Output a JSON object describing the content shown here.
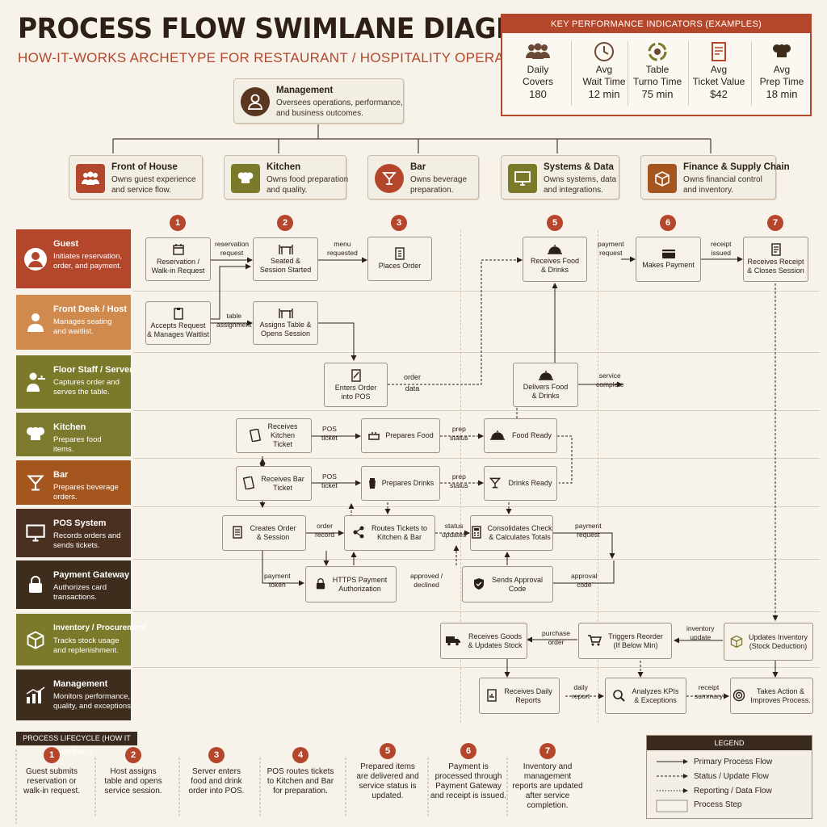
{
  "header": {
    "title": "PROCESS FLOW SWIMLANE DIAGRAM",
    "subtitle": "HOW-IT-WORKS ARCHETYPE FOR RESTAURANT / HOSPITALITY OPERATIONS"
  },
  "kpis": {
    "heading": "KEY PERFORMANCE INDICATORS (EXAMPLES)",
    "items": [
      {
        "l1": "Daily",
        "l2": "Covers",
        "value": "180",
        "icon": "people-icon"
      },
      {
        "l1": "Avg",
        "l2": "Wait Time",
        "value": "12 min",
        "icon": "clock-icon"
      },
      {
        "l1": "Table",
        "l2": "Turno Time",
        "value": "75 min",
        "icon": "turnover-icon"
      },
      {
        "l1": "Avg",
        "l2": "Ticket Value",
        "value": "$42",
        "icon": "receipt-icon"
      },
      {
        "l1": "Avg",
        "l2": "Prep Time",
        "value": "18 min",
        "icon": "chef-hat-icon"
      }
    ]
  },
  "org": {
    "top": {
      "title": "Management",
      "desc1": "Oversees operations, performance,",
      "desc2": "and business outcomes."
    },
    "departments": [
      {
        "title": "Front of House",
        "desc1": "Owns guest experience",
        "desc2": "and service flow."
      },
      {
        "title": "Kitchen",
        "desc1": "Owns food preparation",
        "desc2": "and quality."
      },
      {
        "title": "Bar",
        "desc1": "Owns beverage",
        "desc2": "preparation."
      },
      {
        "title": "Systems & Data",
        "desc1": "Owns systems, data",
        "desc2": "and integrations."
      },
      {
        "title": "Finance & Supply Chain",
        "desc1": "Owns financial control",
        "desc2": "and inventory."
      }
    ]
  },
  "phase_numbers": [
    "1",
    "2",
    "3",
    "5",
    "6",
    "7"
  ],
  "lanes": [
    {
      "name": "Guest",
      "d1": "Initiates reservation,",
      "d2": "order, and payment."
    },
    {
      "name": "Front Desk / Host",
      "d1": "Manages seating",
      "d2": "and waitlist."
    },
    {
      "name": "Floor Staff / Server",
      "d1": "Captures order and",
      "d2": "serves the table."
    },
    {
      "name": "Kitchen",
      "d1": "Prepares food",
      "d2": "items."
    },
    {
      "name": "Bar",
      "d1": "Prepares beverage",
      "d2": "orders."
    },
    {
      "name": "POS System",
      "d1": "Records orders and",
      "d2": "sends tickets."
    },
    {
      "name": "Payment Gateway",
      "d1": "Authorizes card",
      "d2": "transactions."
    },
    {
      "name": "Inventory / Procurement",
      "d1": "Tracks stock usage",
      "d2": "and replenishment."
    },
    {
      "name": "Management",
      "d1": "Monitors performance,",
      "d2": "quality, and exceptions."
    }
  ],
  "steps": {
    "reservation": {
      "l1": "Reservation /",
      "l2": "Walk-in Request"
    },
    "seated": {
      "l1": "Seated &",
      "l2": "Session Started"
    },
    "places_order": {
      "l1": "Places Order",
      "l2": ""
    },
    "receives_food": {
      "l1": "Receives Food",
      "l2": "& Drinks"
    },
    "makes_payment": {
      "l1": "Makes Payment",
      "l2": ""
    },
    "receives_receipt": {
      "l1": "Receives Receipt",
      "l2": "& Closes Session"
    },
    "accepts_request": {
      "l1": "Accepts Request",
      "l2": "& Manages Waitlist"
    },
    "assigns_table": {
      "l1": "Assigns Table &",
      "l2": "Opens Session"
    },
    "enters_order": {
      "l1": "Enters Order",
      "l2": "into POS"
    },
    "delivers_food": {
      "l1": "Delivers Food",
      "l2": "& Drinks"
    },
    "receives_kitchen": {
      "l1": "Receives",
      "l2": "Kitchen",
      "l3": "Ticket"
    },
    "prepares_food": {
      "l1": "Prepares Food",
      "l2": ""
    },
    "food_ready": {
      "l1": "Food Ready",
      "l2": ""
    },
    "receives_bar": {
      "l1": "Receives Bar",
      "l2": "Ticket"
    },
    "prepares_drinks": {
      "l1": "Prepares Drinks",
      "l2": ""
    },
    "drinks_ready": {
      "l1": "Drinks Ready",
      "l2": ""
    },
    "creates_order": {
      "l1": "Creates Order",
      "l2": "& Session"
    },
    "routes_tickets": {
      "l1": "Routes Tickets to",
      "l2": "Kitchen & Bar"
    },
    "consolidates": {
      "l1": "Consolidates Check",
      "l2": "& Calculates Totals"
    },
    "https_auth": {
      "l1": "HTTPS Payment",
      "l2": "Authorization"
    },
    "approval_code": {
      "l1": "Sends Approval",
      "l2": "Code"
    },
    "receives_goods": {
      "l1": "Receives Goods",
      "l2": "& Updates Stock"
    },
    "triggers_reorder": {
      "l1": "Triggers Reorder",
      "l2": "(If Below Min)"
    },
    "updates_inventory": {
      "l1": "Updates Inventory",
      "l2": "(Stock Deduction)"
    },
    "daily_reports": {
      "l1": "Receives Daily",
      "l2": "Reports"
    },
    "analyzes_kpis": {
      "l1": "Analyzes KPIs",
      "l2": "& Exceptions"
    },
    "takes_action": {
      "l1": "Takes Action &",
      "l2": "Improves Process."
    }
  },
  "arrow_labels": {
    "reservation_request": [
      "reservation",
      "request"
    ],
    "menu_requested": [
      "menu",
      "requested"
    ],
    "payment_request_guest": [
      "payment",
      "request"
    ],
    "receipt_issued": [
      "receipt",
      "issued"
    ],
    "table_assignment": [
      "table",
      "assignment"
    ],
    "order_data": [
      "order",
      "data"
    ],
    "service_complete": [
      "service",
      "complete"
    ],
    "pos_ticket_k": [
      "POS",
      "ticket"
    ],
    "prep_status_k": [
      "prep",
      "status"
    ],
    "pos_ticket_b": [
      "POS",
      "ticket"
    ],
    "prep_status_b": [
      "prep",
      "status"
    ],
    "order_record": [
      "order",
      "record"
    ],
    "status_updates": [
      "status",
      "updates"
    ],
    "payment_request_pos": [
      "payment",
      "request"
    ],
    "payment_token": [
      "payment",
      "token"
    ],
    "approved_declined": [
      "approved /",
      "declined"
    ],
    "approval_code": [
      "approval",
      "code"
    ],
    "purchase_order": [
      "purchase",
      "order"
    ],
    "inventory_update": [
      "inventory",
      "update"
    ],
    "daily_report": [
      "daily",
      "report"
    ],
    "receipt_summary": [
      "receipt",
      "summary"
    ]
  },
  "lifecycle": {
    "heading": "PROCESS LIFECYCLE (HOW IT WORKS)",
    "steps": [
      {
        "n": "1",
        "l1": "Guest submits",
        "l2": "reservation or",
        "l3": "walk-in request.",
        "l4": ""
      },
      {
        "n": "2",
        "l1": "Host assigns",
        "l2": "table and opens",
        "l3": "service session.",
        "l4": ""
      },
      {
        "n": "3",
        "l1": "Server enters",
        "l2": "food and drink",
        "l3": "order into POS.",
        "l4": ""
      },
      {
        "n": "4",
        "l1": "POS routes tickets",
        "l2": "to Kitchen and Bar",
        "l3": "for preparation.",
        "l4": ""
      },
      {
        "n": "5",
        "l1": "Prepared items",
        "l2": "are delivered and",
        "l3": "service status is",
        "l4": "updated."
      },
      {
        "n": "6",
        "l1": "Payment is",
        "l2": "processed through",
        "l3": "Payment Gateway",
        "l4": "and receipt is issued."
      },
      {
        "n": "7",
        "l1": "Inventory and",
        "l2": "management",
        "l3": "reports are updated",
        "l4": "after service completion."
      }
    ]
  },
  "legend": {
    "heading": "LEGEND",
    "items": [
      "Primary Process Flow",
      "Status / Update Flow",
      "Reporting / Data Flow",
      "Process Step"
    ]
  },
  "colors": {
    "accent": "#b4472b",
    "lane_guest": "#b4472b",
    "lane_frontdesk": "#d08a4e",
    "lane_floor": "#7a7a2a",
    "lane_kitchen": "#7c7a2e",
    "lane_bar": "#a5561f",
    "lane_pos": "#4a3020",
    "lane_payment": "#3e2c1c",
    "lane_inventory": "#7a7a2a",
    "lane_management": "#3e2c1c"
  }
}
